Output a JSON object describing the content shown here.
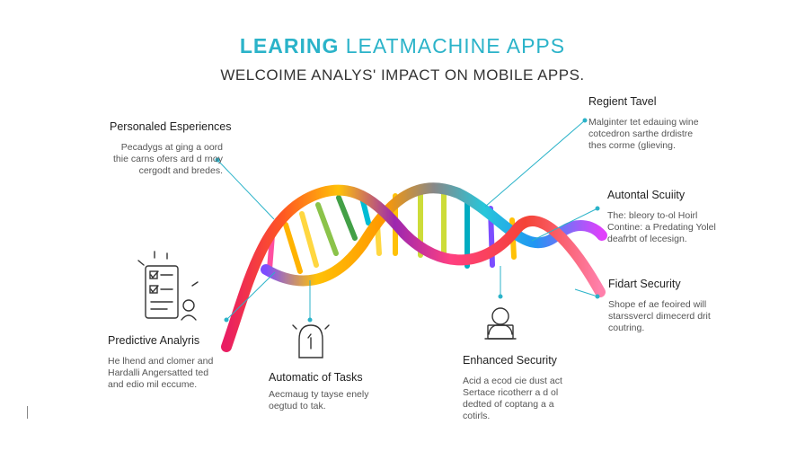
{
  "header": {
    "title_part1": "LEARING",
    "title_part2": "LEATMACHINE APPS",
    "subtitle": "WELCOIME ANALYS' IMPACT ON MOBILE APPS."
  },
  "callouts": {
    "personalized": {
      "heading": "Personaled Esperiences",
      "lines": [
        "Pecadygs at ging a oord",
        "thie carns ofers ard d rnoy",
        "cergodt and bredes."
      ]
    },
    "predictive": {
      "heading": "Predictive Analyris",
      "lines": [
        "He lhend and clomer and",
        "Hardalli Angersatted ted",
        "and edio mil eccume."
      ]
    },
    "automation": {
      "heading": "Automatic of Tasks",
      "lines": [
        "Aecmaug ty tayse enely",
        "oegtud to tak."
      ]
    },
    "enhanced": {
      "heading": "Enhanced Security",
      "lines": [
        "Acid a ecod cie dust act",
        "Sertace ricotherr a d ol",
        "dedted of coptang a a",
        "cotirls."
      ]
    },
    "regional": {
      "heading": "Regient Tavel",
      "lines": [
        "Malginter tet edauing wine",
        "cotcedron sarthe drdistre",
        "thes corme (glieving."
      ]
    },
    "autonomous": {
      "heading": "Autontal Scuiity",
      "lines": [
        "The: bleory to-ol Hoirl",
        "Contine: a Predating Yolel",
        "deafrbt of lecesign."
      ]
    },
    "fraud": {
      "heading": "Fidart Security",
      "lines": [
        "Shope ef ae feoired will",
        "starssvercl dimecerd drit",
        "coutring."
      ]
    }
  },
  "colors": {
    "accent": "#2bb3c9",
    "strand_start": "#e91e63",
    "strand_mid": "#ff9800",
    "strand_end": "#2196f3",
    "rung_colors": [
      "#ff4fa0",
      "#ffb300",
      "#ffd740",
      "#8bc34a",
      "#43a047",
      "#00bcd4",
      "#ffd740",
      "#cddc39",
      "#00acc1",
      "#7c4dff",
      "#9c27b0",
      "#ff80ab"
    ]
  },
  "icons": [
    "clipboard-person-icon",
    "lightbulb-icon",
    "user-laptop-icon"
  ]
}
